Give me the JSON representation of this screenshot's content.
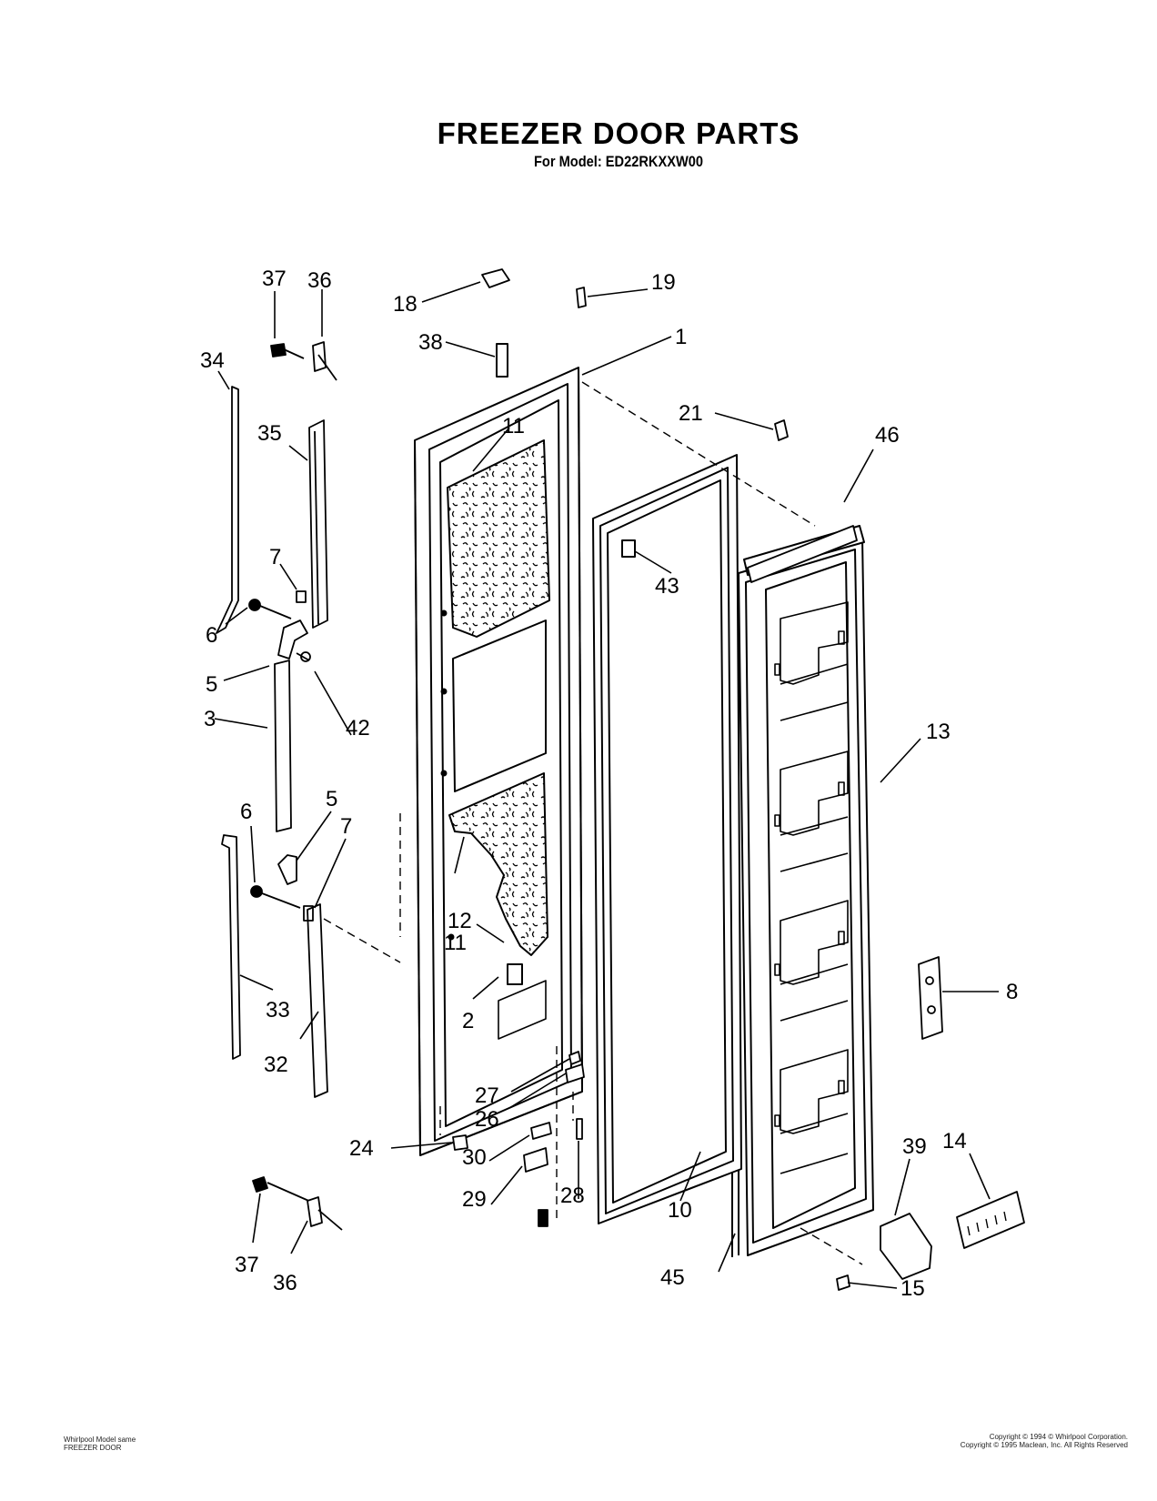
{
  "title": "FREEZER DOOR PARTS",
  "subtitle": "For Model: ED22RKXXW00",
  "callouts": [
    "37",
    "36",
    "34",
    "35",
    "7",
    "6",
    "5",
    "3",
    "42",
    "6",
    "5",
    "7",
    "33",
    "32",
    "37",
    "36",
    "18",
    "38",
    "11",
    "11",
    "12",
    "2",
    "27",
    "26",
    "24",
    "30",
    "29",
    "28",
    "19",
    "1",
    "21",
    "43",
    "10",
    "45",
    "46",
    "13",
    "8",
    "39",
    "14",
    "15"
  ],
  "footer": {
    "left_lines": [
      "Whirlpool Model same",
      "FREEZER DOOR"
    ],
    "right_lines": [
      "Copyright © 1994 © Whirlpool Corporation.",
      "Copyright © 1995 Maclean, Inc. All Rights Reserved"
    ]
  }
}
